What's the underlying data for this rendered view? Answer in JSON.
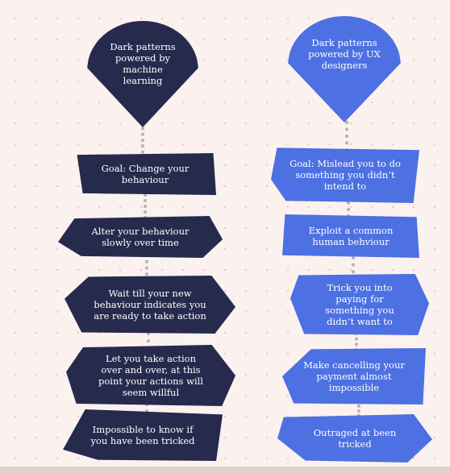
{
  "left_column": {
    "header": "Dark patterns powered by machine learning",
    "steps": [
      "Goal: Change your behaviour",
      "Alter your behaviour slowly over time",
      "Wait till your new behaviour indicates you are ready to take action",
      "Let you take action over and over, at this point your actions will seem willful",
      "Impossible to know if you have been tricked"
    ]
  },
  "right_column": {
    "header": "Dark patterns powered by UX designers",
    "steps": [
      "Goal: Mislead you to do something you didn’t intend to",
      "Exploit a common human behviour",
      "Trick you into paying for something you didn’t want to",
      "Make cancelling your payment almost impossible",
      "Outraged at been tricked"
    ]
  },
  "colors": {
    "background": "#fbf1ef",
    "dark_navy": "#262a4d",
    "accent_blue": "#4d70e2",
    "connector": "#b7b1b1"
  }
}
